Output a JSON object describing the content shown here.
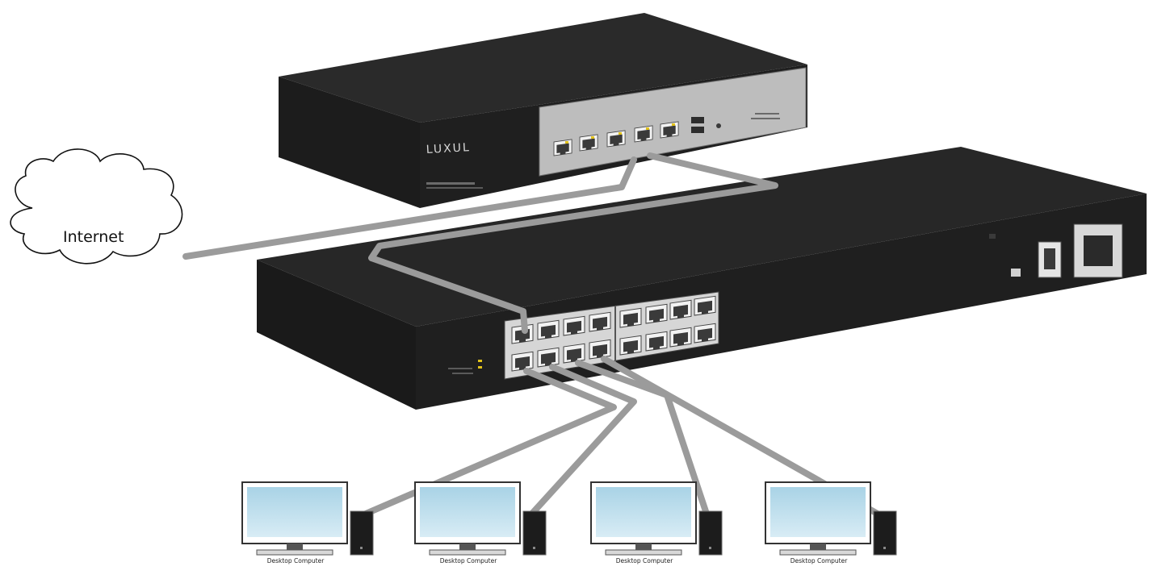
{
  "cloud": {
    "label": "Internet"
  },
  "router": {
    "brand": "LUXUL",
    "model_text": "",
    "port_labels": [
      "",
      "",
      "",
      "",
      ""
    ],
    "status_text": ""
  },
  "switch": {
    "port_count": 16,
    "front_label": "",
    "rear_label": ""
  },
  "computers": [
    {
      "caption": "Desktop Computer"
    },
    {
      "caption": "Desktop Computer"
    },
    {
      "caption": "Desktop Computer"
    },
    {
      "caption": "Desktop Computer"
    }
  ],
  "colors": {
    "device_body": "#1c1c1c",
    "device_top": "#2a2a2a",
    "router_panel": "#b9b9b9",
    "cable": "#9b9b9b",
    "monitor_screen": "#b8d9ea",
    "port_led": "#e2c21a"
  }
}
